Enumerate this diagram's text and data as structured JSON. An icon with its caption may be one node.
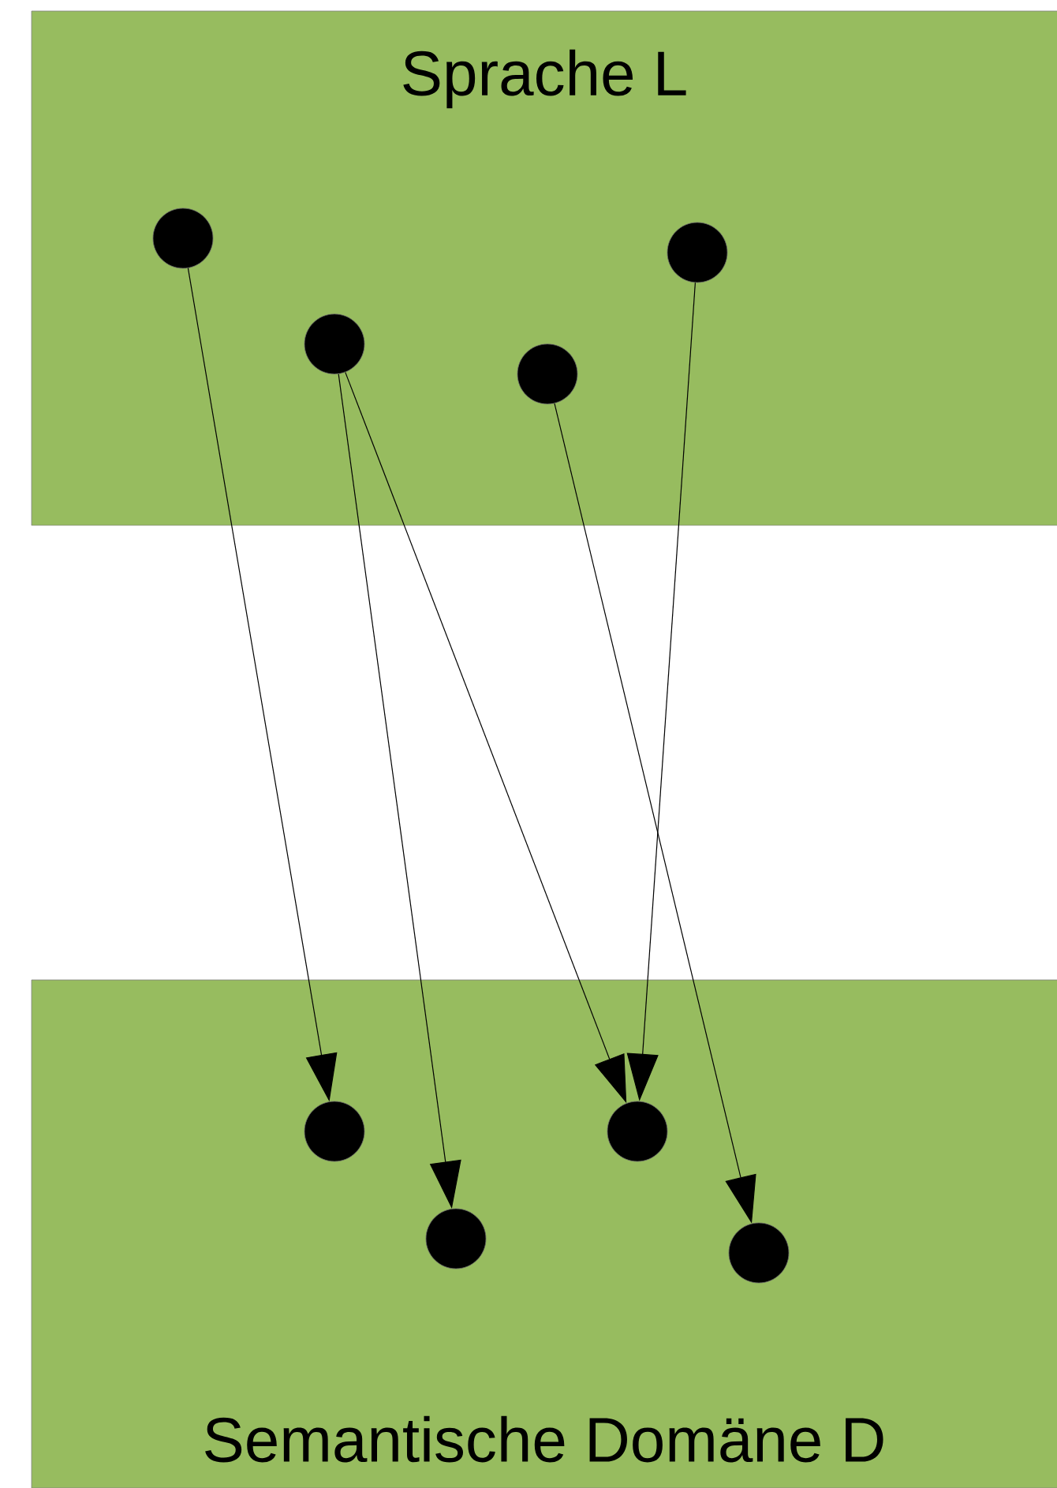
{
  "diagram": {
    "nodes": [
      {
        "text": [
          "Sprache L"
        ]
      },
      {
        "text": [],
        "shape": "circle",
        "in": 0
      },
      {
        "text": [],
        "shape": "circle",
        "in": 0
      },
      {
        "text": [],
        "shape": "circle",
        "in": 0
      },
      {
        "text": [],
        "shape": "circle",
        "in": 0
      },
      {
        "text": [
          "Semantische Domäne D"
        ]
      },
      {
        "text": [],
        "shape": "circle",
        "in": 5
      },
      {
        "text": [],
        "shape": "circle",
        "in": 5
      },
      {
        "text": [],
        "shape": "circle",
        "in": 5
      },
      {
        "text": [],
        "shape": "circle",
        "in": 5
      }
    ],
    "edges": [
      {
        "from": 1,
        "to": 6,
        "arrow": "to"
      },
      {
        "from": 2,
        "to": 7,
        "arrow": "to"
      },
      {
        "from": 2,
        "to": 8,
        "arrow": "to"
      },
      {
        "from": 3,
        "to": 9,
        "arrow": "to"
      },
      {
        "from": 4,
        "to": 8,
        "arrow": "to"
      }
    ]
  }
}
